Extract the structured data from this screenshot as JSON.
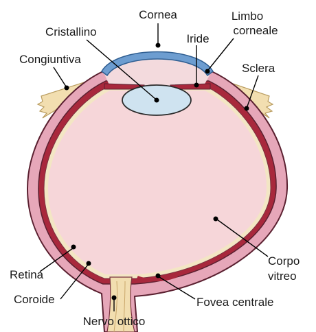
{
  "diagram": {
    "labels": {
      "cornea": "Cornea",
      "limbo_1": "Limbo",
      "limbo_2": "corneale",
      "cristallino": "Cristallino",
      "iride": "Iride",
      "congiuntiva": "Congiuntiva",
      "sclera": "Sclera",
      "corpo_1": "Corpo",
      "corpo_2": "vitreo",
      "retina": "Retina",
      "coroide": "Coroide",
      "fovea": "Fovea centrale",
      "nervo": "Nervo ottico"
    },
    "colors": {
      "sclera": "#e6a7b9",
      "choroid": "#a8283c",
      "retina": "#f3e6c4",
      "vitreous": "#f6d6d9",
      "cornea": "#6d9dd0",
      "lens": "#cfe3f0",
      "conjunctiva": "#f2deb0",
      "outline": "#5a2030"
    }
  }
}
